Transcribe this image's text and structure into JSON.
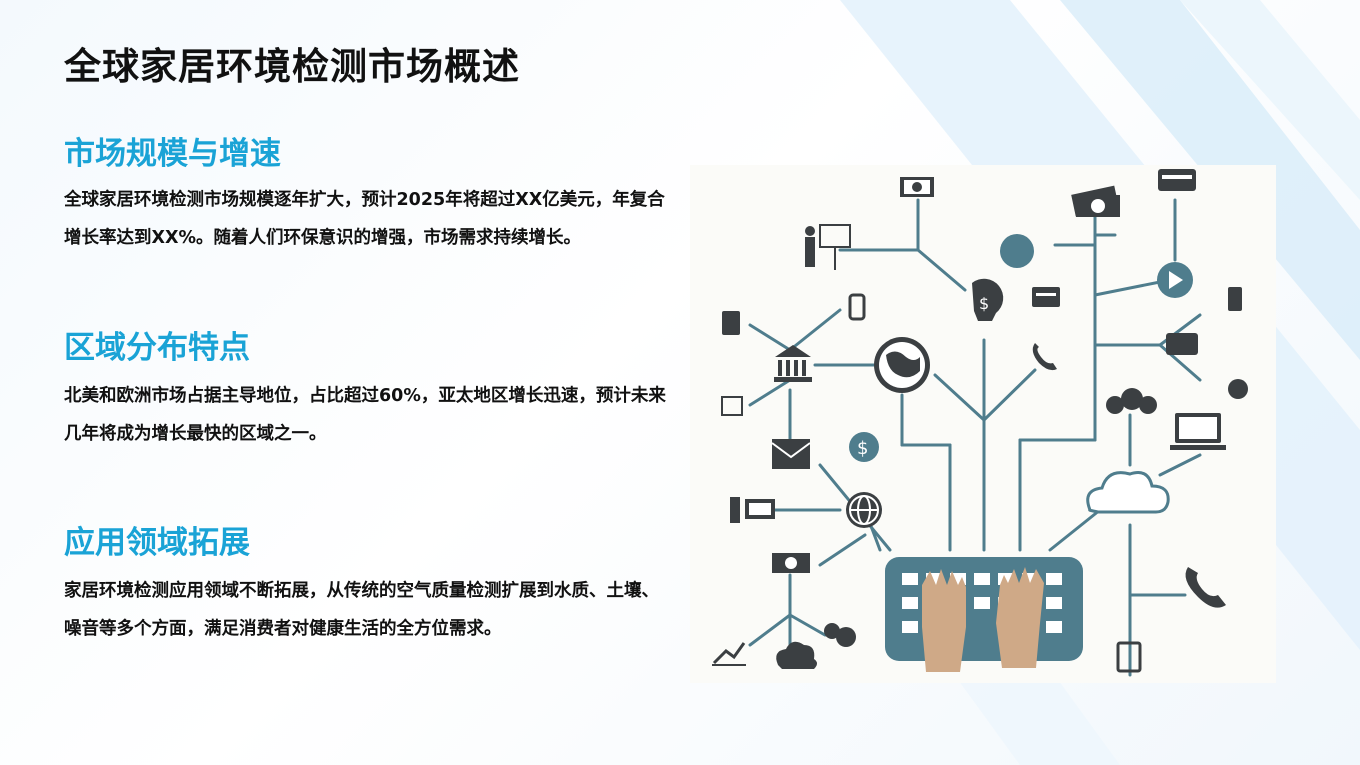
{
  "page": {
    "title": "全球家居环境检测市场概述"
  },
  "sections": [
    {
      "heading": "市场规模与增速",
      "body": "全球家居环境检测市场规模逐年扩大，预计2025年将超过XX亿美元，年复合增长率达到XX%。随着人们环保意识的增强，市场需求持续增长。"
    },
    {
      "heading": "区域分布特点",
      "body": "北美和欧洲市场占据主导地位，占比超过60%，亚太地区增长迅速，预计未来几年将成为增长最快的区域之一。"
    },
    {
      "heading": "应用领域拓展",
      "body": "家居环境检测应用领域不断拓展，从传统的空气质量检测扩展到水质、土壤、噪音等多个方面，满足消费者对健康生活的全方位需求。"
    }
  ],
  "illustration": {
    "icons": [
      "money-icon",
      "presentation-icon",
      "money-stack-icon",
      "wallet-card-icon",
      "rewind-icon",
      "play-icon",
      "folder-icon",
      "head-dollar-icon",
      "phone-icon",
      "phone-share-icon",
      "calculator-icon",
      "vibrating-phone-icon",
      "bank-icon",
      "globe-icon",
      "wallet-icon",
      "money-bags-icon",
      "coin-purse-icon",
      "calendar-icon",
      "laptop-icon",
      "mail-icon",
      "dollar-coin-icon",
      "desktop-computer-icon",
      "network-globe-icon",
      "cloud-icon",
      "banknote-icon",
      "ringing-phone-icon",
      "growth-chart-icon",
      "coins-icon",
      "cloud-download-icon",
      "clipboard-icon",
      "keyboard-icon",
      "hands-icon"
    ],
    "colors": {
      "line": "#4f7d8d",
      "icon": "#3b3f42",
      "accent": "#4f7d8d",
      "hands": "#cfa987",
      "bg": "#fbfbf8"
    }
  },
  "colors": {
    "heading": "#1aa3d6",
    "title": "#111111",
    "body": "#111111"
  }
}
